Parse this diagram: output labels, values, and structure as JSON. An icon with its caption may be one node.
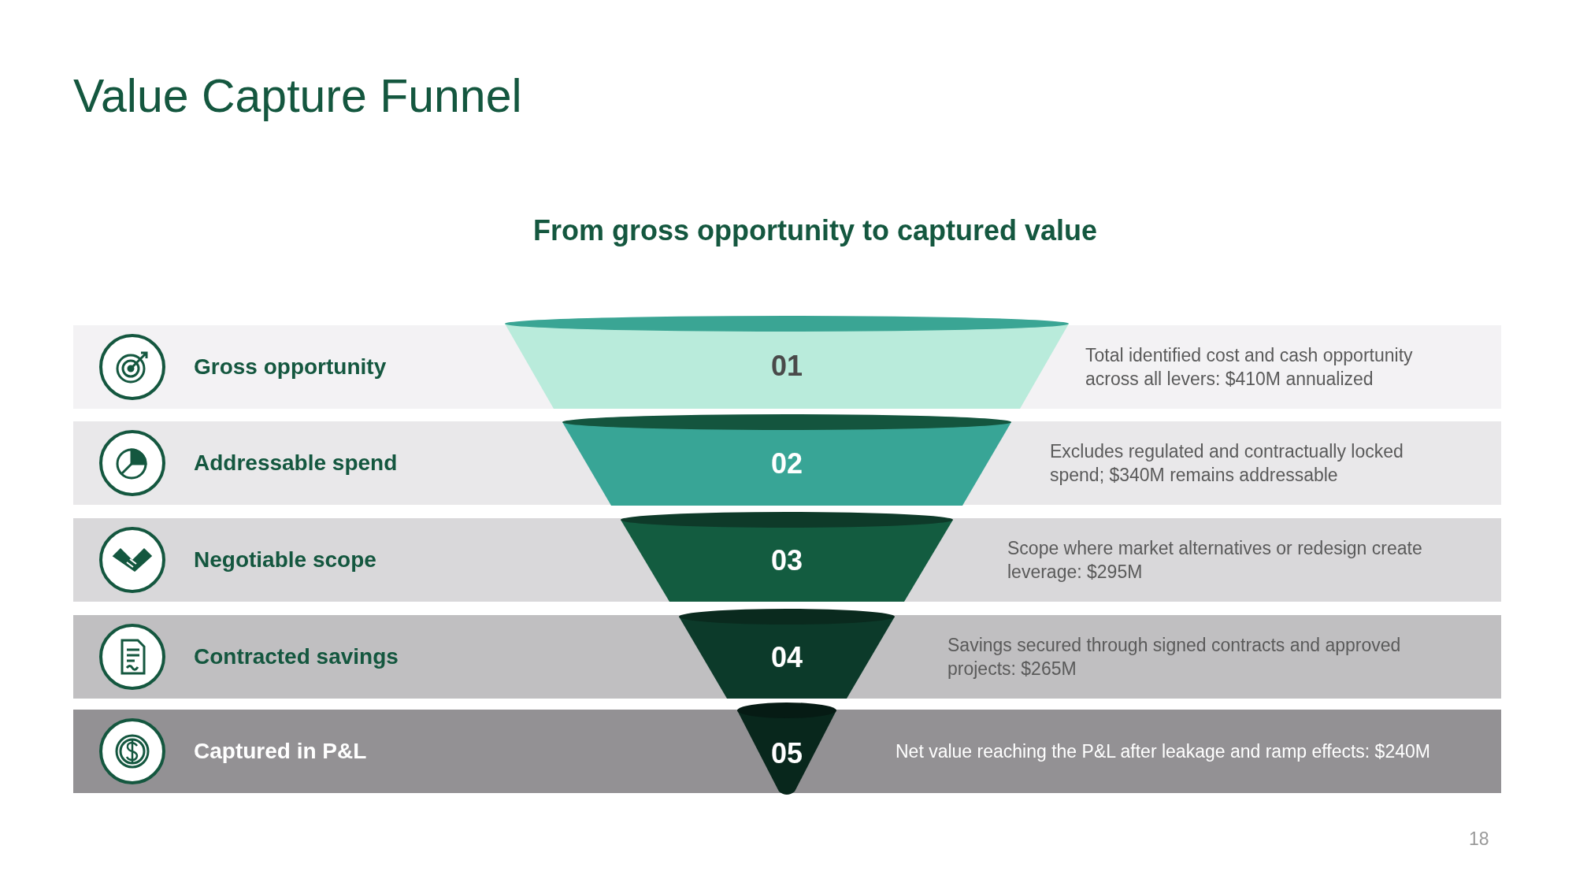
{
  "diagram": {
    "title": "Value Capture Funnel",
    "nodes": [
      {
        "text": [
          "Gross opportunity",
          "Total identified cost and cash opportunity across all levers: $410M annualized"
        ]
      },
      {
        "text": [
          "01"
        ],
        "in": 0
      },
      {
        "text": [
          "Addressable spend",
          "Excludes regulated and contractually locked spend; $340M remains addressable"
        ]
      },
      {
        "text": [
          "02"
        ],
        "in": 2
      },
      {
        "text": [
          "Negotiable scope",
          "Scope where market alternatives or redesign create leverage: $295M"
        ]
      },
      {
        "text": [
          "03"
        ],
        "in": 4
      },
      {
        "text": [
          "Contracted savings",
          "Savings secured through signed contracts and approved projects: $265M"
        ]
      },
      {
        "text": [
          "04"
        ],
        "in": 6
      },
      {
        "text": [
          "Captured in P&L",
          "Net value reaching the P&L after leakage and ramp effects: $240M"
        ]
      },
      {
        "text": [
          "05"
        ],
        "in": 8
      }
    ],
    "labels": [
      "From gross opportunity to captured value",
      "18"
    ]
  }
}
